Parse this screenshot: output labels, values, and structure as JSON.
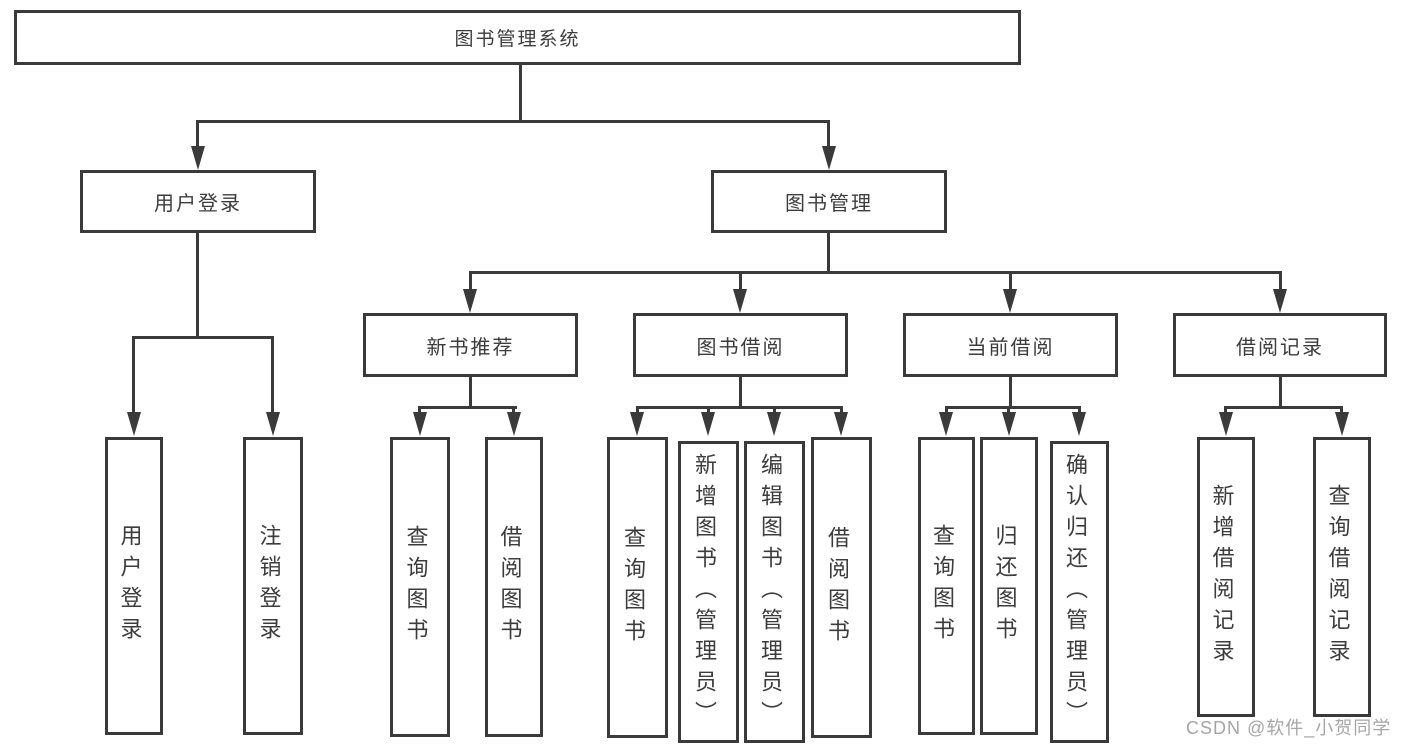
{
  "nodes": {
    "root": "图书管理系统",
    "branches": [
      {
        "label": "用户登录",
        "children": [
          "用户登录",
          "注销登录"
        ]
      },
      {
        "label": "图书管理",
        "sections": [
          {
            "label": "新书推荐",
            "children": [
              "查询图书",
              "借阅图书"
            ]
          },
          {
            "label": "图书借阅",
            "children": [
              "查询图书",
              "新增图书（管理员）",
              "编辑图书（管理员）",
              "借阅图书"
            ]
          },
          {
            "label": "当前借阅",
            "children": [
              "查询图书",
              "归还图书",
              "确认归还（管理员）"
            ]
          },
          {
            "label": "借阅记录",
            "children": [
              "新增借阅记录",
              "查询借阅记录"
            ]
          }
        ]
      }
    ]
  },
  "watermark": {
    "text": "CSDN @软件_小贺同学"
  },
  "colors": {
    "line": "#3a3a3a",
    "text": "#3c3c3c",
    "watermark": "#9c9c9c",
    "background": "#ffffff"
  }
}
